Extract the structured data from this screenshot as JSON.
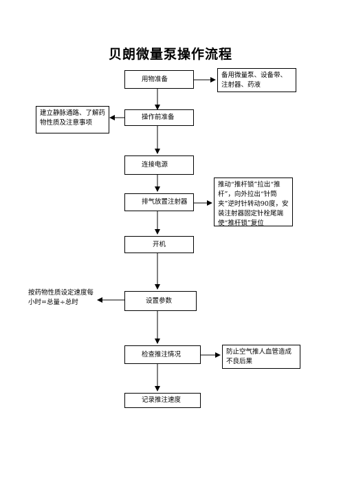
{
  "title": "贝朗微量泵操作流程",
  "steps": [
    "用物准备",
    "操作前准备",
    "连接电源",
    "排气放置注射器",
    "开机",
    "设置参数",
    "检查推注情况",
    "记录推注速度"
  ],
  "notes": {
    "supplies": "备用微量泵、设备带、注射器、药液",
    "prep": "建立静脉通路、了解药物性质及注意事项",
    "syringe": "推动“推杆锁”拉出“推杆”，向外拉出“针筒夹”逆时针转动90度，安装注射器固定针栓尾端使“推杆锁”复位",
    "rate": "按药物性质设定速度每小时=总量÷总时",
    "check": "防止空气推人血管造成不良后果"
  }
}
